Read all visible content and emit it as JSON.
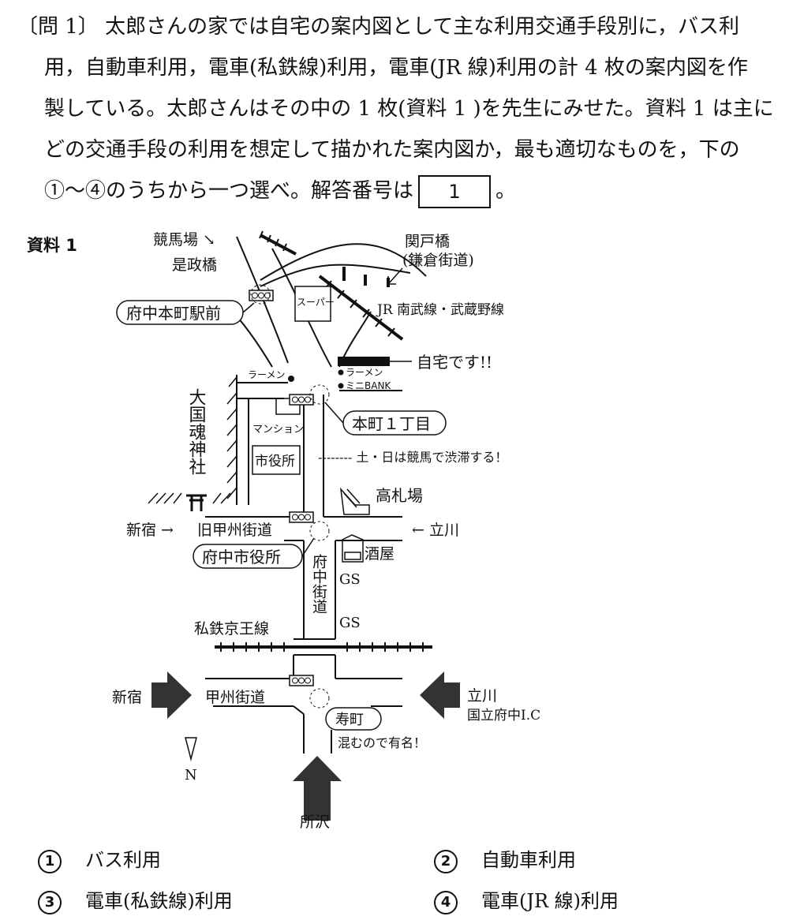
{
  "question": {
    "number": "問 1",
    "lines": [
      "〔問 1〕 太郎さんの家では自宅の案内図として主な利用交通手段別に，バス利",
      "用，自動車利用，電車(私鉄線)利用，電車(JR 線)利用の計 4 枚の案内図を作",
      "製している。太郎さんはその中の 1 枚(資料 1 )を先生にみせた。資料 1 は主に",
      "どの交通手段の利用を想定して描かれた案内図か，最も適切なものを，下の"
    ],
    "last_line_prefix": "①〜④のうちから一つ選べ。解答番号は",
    "answer_box": "1",
    "last_line_suffix": "。"
  },
  "resource_label": "資料 1",
  "map": {
    "labels": {
      "keibajo": "競馬場 ↘",
      "koremasa": "是政橋",
      "sekido": "関戸橋",
      "kamakura": "(鎌倉街道)",
      "supa": "スーパー",
      "jr_line": "JR 南武線・武蔵野線",
      "fuchu_honmachi": "府中本町駅前",
      "ramen1": "ラーメン",
      "ramen2": "ラーメン",
      "minibank": "ミニBANK",
      "home": "自宅です!!",
      "honmachi1": "本町１丁目",
      "kunitama": "大国魂神社",
      "mansion": "マンション",
      "shiyakusho": "市役所",
      "keiba_note": "-------- 土・日は競馬で渋滞する！",
      "kosatsuba": "高札場",
      "shinjuku1": "新宿 →",
      "kyu_koshu": "旧甲州街道",
      "tachikawa1": "← 立川",
      "fuchu_shiyakusho": "府中市役所",
      "sakaya": "酒屋",
      "fuchu_kaido": "府中街道",
      "gs1": "GS",
      "gs2": "GS",
      "keio": "私鉄京王線",
      "shinjuku2": "新宿",
      "koshu": "甲州街道",
      "tachikawa2": "立川",
      "kunitachi": "国立府中I.C",
      "kotobuki": "寿町",
      "komu": "混むので有名！",
      "north": "N",
      "tokorozawa": "所沢"
    }
  },
  "choices": [
    {
      "num": "1",
      "text": "バス利用"
    },
    {
      "num": "2",
      "text": "自動車利用"
    },
    {
      "num": "3",
      "text": "電車(私鉄線)利用"
    },
    {
      "num": "4",
      "text": "電車(JR 線)利用"
    }
  ]
}
